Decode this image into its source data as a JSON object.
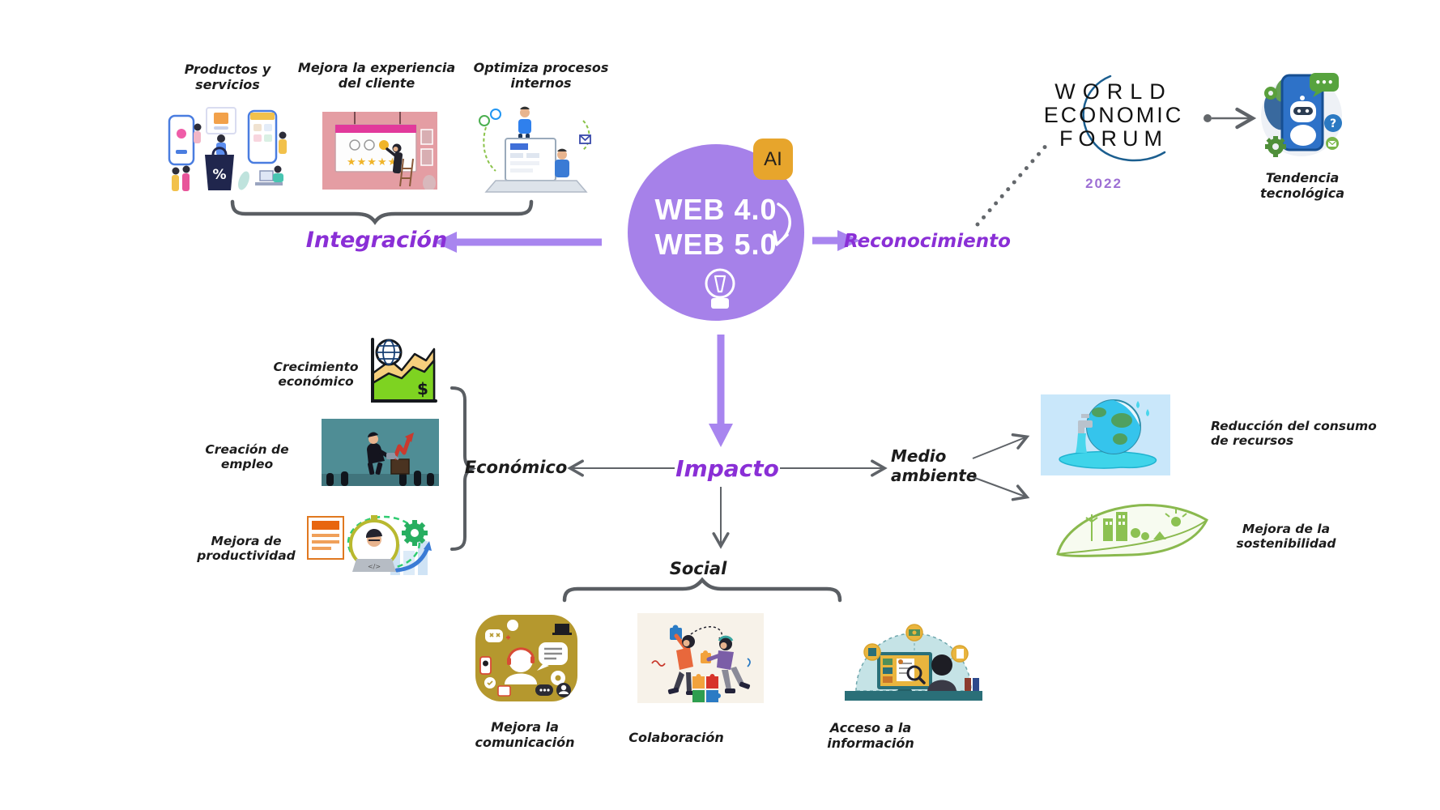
{
  "center": {
    "badge": "AI",
    "line1": "WEB 4.0",
    "line2": "WEB 5.0"
  },
  "integracion": {
    "label": "Integración",
    "items": [
      {
        "label": "Productos y servicios"
      },
      {
        "label": "Mejora la experiencia del cliente"
      },
      {
        "label": "Optimiza procesos internos"
      }
    ],
    "stars": "★★★★★",
    "percent": "%"
  },
  "reconocimiento": {
    "label": "Reconocimiento",
    "forum": {
      "line1": "WORLD",
      "line2": "ECONOMIC",
      "line3": "FORUM",
      "year": "2022"
    },
    "trend": {
      "label": "Tendencia tecnológica",
      "bubble_dots": "•••",
      "question": "?"
    }
  },
  "impacto": {
    "label": "Impacto",
    "economico": {
      "label": "Económico",
      "items": [
        {
          "label": "Crecimiento económico"
        },
        {
          "label": "Creación de empleo"
        },
        {
          "label": "Mejora de productividad"
        }
      ],
      "dollar": "$",
      "code": "</>"
    },
    "medio_ambiente": {
      "label": "Medio ambiente",
      "items": [
        {
          "label": "Reducción del consumo de recursos"
        },
        {
          "label": "Mejora de la sostenibilidad"
        }
      ]
    },
    "social": {
      "label": "Social",
      "items": [
        {
          "label": "Mejora la comunicación"
        },
        {
          "label": "Colaboración"
        },
        {
          "label": "Acceso a la información"
        }
      ]
    }
  },
  "colors": {
    "node_purple": "#a681e9",
    "arrow_purple": "#a885ef",
    "heading_purple": "#8a2fd6",
    "badge_gold": "#e7a52c",
    "connector_gray": "#5f6368",
    "forum_year_purple": "#9d6fd4",
    "forum_arc_blue": "#1b5e8f"
  }
}
